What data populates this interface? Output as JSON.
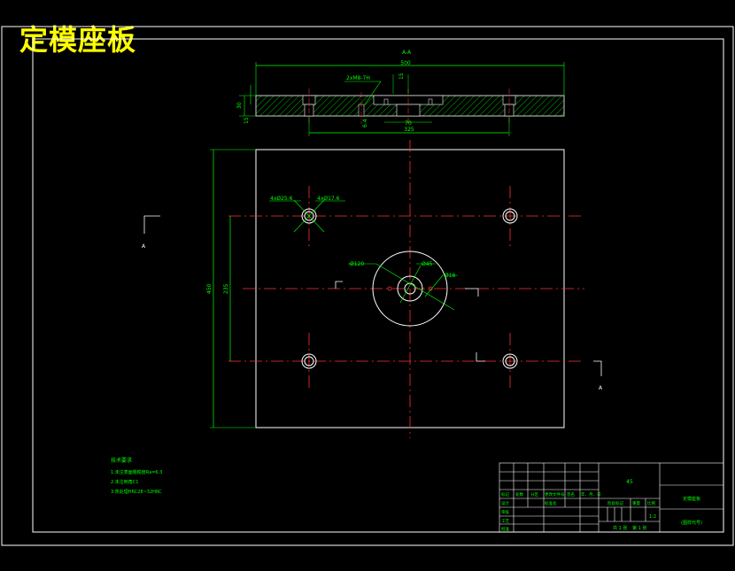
{
  "title": "定模座板",
  "section_label": "A-A",
  "dims": {
    "overall_width": "500",
    "hole_callout": "2xM8-7H",
    "top_gap": "15",
    "thick_30": "30",
    "thick_15": "15",
    "small_64": "6.4",
    "small_70": "70",
    "span_325": "325",
    "height_450": "450",
    "span_235": "235",
    "cb_dia": "4xØ25.6",
    "cb_hole": "4xØ17.6",
    "dia_120": "Ø120",
    "dia_45": "Ø45",
    "dia_16": "Ø16"
  },
  "section_marks": {
    "left": "A",
    "right": "A"
  },
  "tech_notes": {
    "heading": "技术要求",
    "line1": "1.未注表面粗糙度Ra=6.3",
    "line2": "2.未注倒角C1",
    "line3": "3.热处理HRC28~32HRC"
  },
  "title_block": {
    "material": "45",
    "part_name": "定模座板",
    "drawing_no": "(图样代号)",
    "scale": "1:2",
    "sheets_total": "共 1 张",
    "sheet_no": "第 1 张",
    "h_mark": "标记",
    "h_count": "处数",
    "h_zone": "分区",
    "h_change": "更改文件号",
    "h_sign": "签名",
    "h_date": "年、月、日",
    "r_design": "设计",
    "r_std": "标准化",
    "r_check": "审核",
    "r_process": "工艺",
    "r_approve": "批准",
    "stage": "阶段标记",
    "weight": "重量",
    "ratio": "比例"
  }
}
